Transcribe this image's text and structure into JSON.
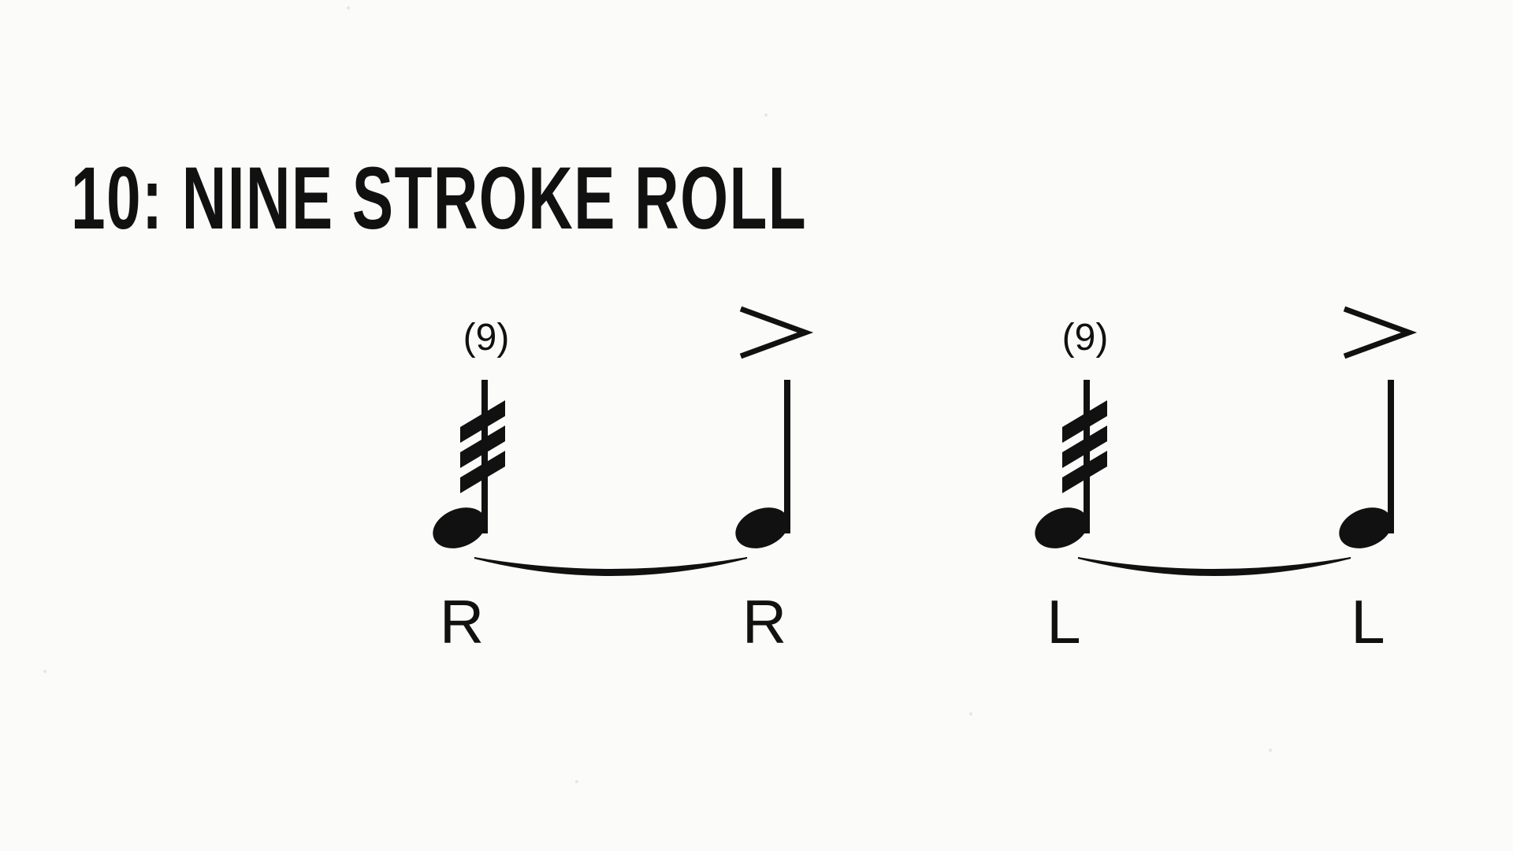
{
  "title": "10: NINE STROKE ROLL",
  "measures": [
    {
      "roll_count": "(9)",
      "first_sticking": "R",
      "second_sticking": "R",
      "accent": ">"
    },
    {
      "roll_count": "(9)",
      "first_sticking": "L",
      "second_sticking": "L",
      "accent": ">"
    }
  ],
  "colors": {
    "ink": "#111111",
    "background": "#fbfbfa"
  }
}
